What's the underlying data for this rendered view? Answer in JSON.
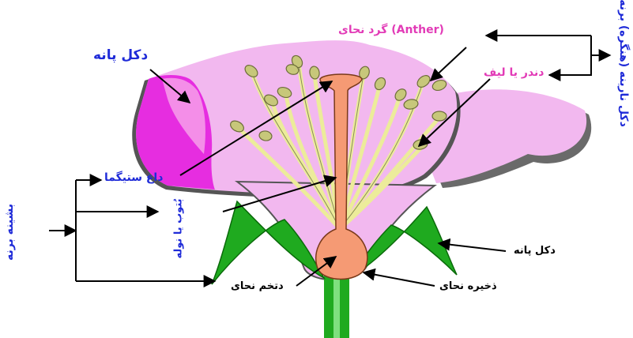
{
  "labels": {
    "male_organ": "دکل نارینه (هنگره) برنه",
    "anther": "(Anther) گرد نحای",
    "filament": "دندر یا لیف",
    "petal_top": "دکل پانه",
    "stigma": "داغ ستیگما",
    "style": "بُتوب یا نوله",
    "female_organ": "بشینه برنه",
    "sepal": "دکل پانه",
    "receptacle": "ذخیره نحای",
    "ovary": "دتخم نحای"
  },
  "colors": {
    "petal": "#f2b8ef",
    "petal_dark": "#e62de0",
    "stem": "#1faa1f",
    "pistil": "#f59a74",
    "stamen": "#ecec9a",
    "anther": "#c7c77a",
    "label_blue": "#1f2bd8",
    "label_pink": "#e23bb7"
  }
}
